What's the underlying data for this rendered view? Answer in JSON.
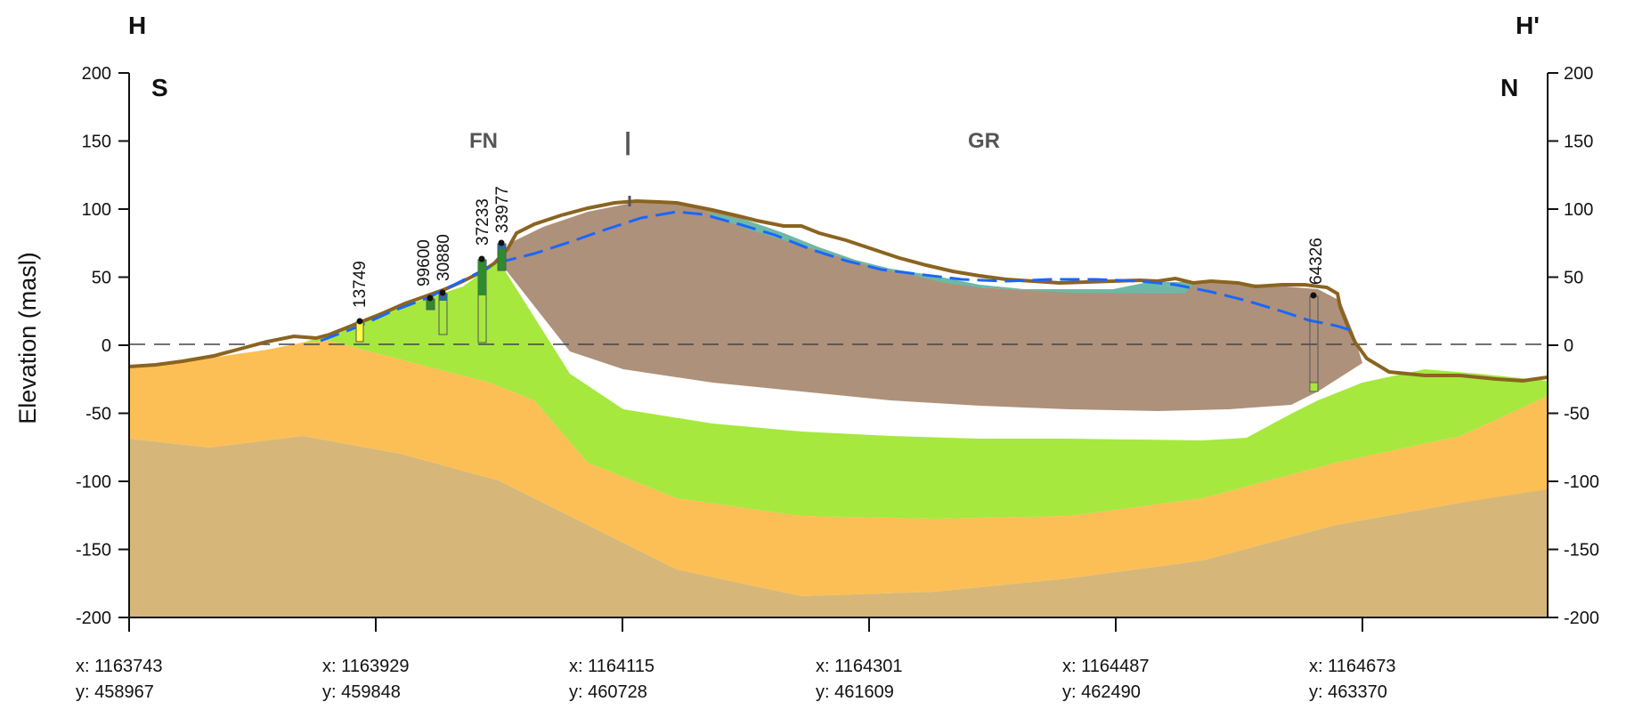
{
  "corner_labels": {
    "left_top": "H",
    "right_top": "H'",
    "left_dir": "S",
    "right_dir": "N"
  },
  "ylabel": "Elevation (masl)",
  "y_ticks": [
    "200",
    "150",
    "100",
    "50",
    "0",
    "-50",
    "-100",
    "-150",
    "-200"
  ],
  "x_ticks": [
    {
      "x": "x: 1163743",
      "y": "y: 458967"
    },
    {
      "x": "x: 1163929",
      "y": "y: 459848"
    },
    {
      "x": "x: 1164115",
      "y": "y: 460728"
    },
    {
      "x": "x: 1164301",
      "y": "y: 461609"
    },
    {
      "x": "x: 1164487",
      "y": "y: 462490"
    },
    {
      "x": "x: 1164673",
      "y": "y: 463370"
    }
  ],
  "zones": {
    "left": "FN",
    "divider": "|",
    "right": "GR"
  },
  "wells": [
    "13749",
    "99600",
    "30880",
    "37233",
    "33977",
    "64326"
  ],
  "colors": {
    "deep_unit": "#d6b779",
    "orange_unit": "#fcbf55",
    "green_unit": "#a6e83e",
    "brown_unit": "#ae917a",
    "teal_unit": "#6db8a6",
    "surface": "#8a6420",
    "water_table": "#1a66ff"
  }
}
